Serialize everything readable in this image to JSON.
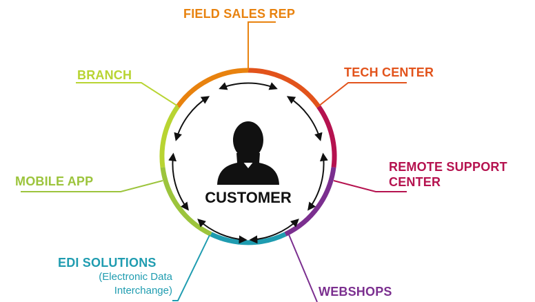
{
  "center": {
    "label": "CUSTOMER",
    "icon": "person-silhouette-icon"
  },
  "channels": [
    {
      "key": "field_sales_rep",
      "label": "FIELD SALES REP",
      "color": "#e8820e"
    },
    {
      "key": "tech_center",
      "label": "TECH CENTER",
      "color": "#e2531b"
    },
    {
      "key": "remote_support_center",
      "label_line1": "REMOTE SUPPORT",
      "label_line2": "CENTER",
      "color": "#b5124f"
    },
    {
      "key": "webshops",
      "label": "WEBSHOPS",
      "color": "#7b2f8f"
    },
    {
      "key": "edi_solutions",
      "label": "EDI SOLUTIONS",
      "sub_line1": "(Electronic Data",
      "sub_line2": "Interchange)",
      "color": "#1f9cb0"
    },
    {
      "key": "mobile_app",
      "label": "MOBILE APP",
      "color": "#9cc43c"
    },
    {
      "key": "branch",
      "label": "BRANCH",
      "color": "#b8d432"
    }
  ]
}
